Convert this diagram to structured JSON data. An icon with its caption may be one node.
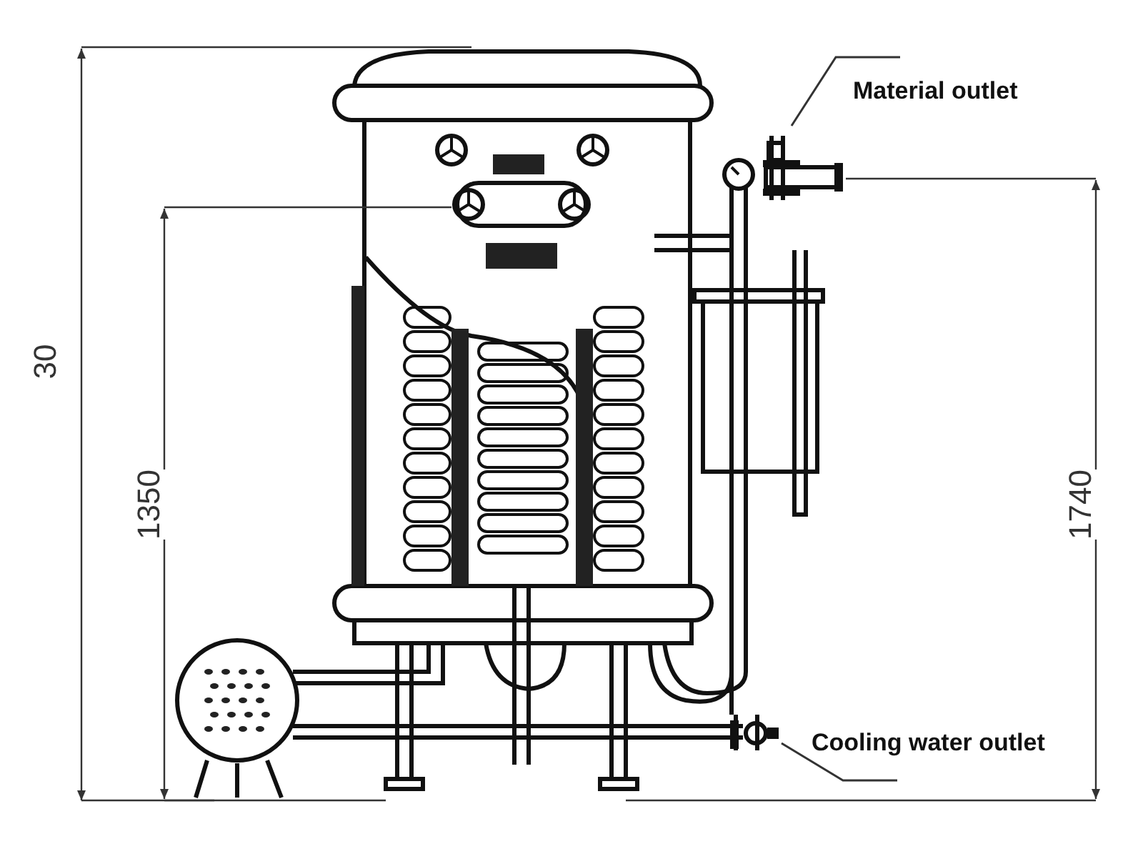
{
  "diagram": {
    "nodes": [
      {
        "text": [
          "Material outlet"
        ]
      },
      {
        "text": [],
        "shape": "picture"
      },
      {
        "text": [
          "Cooling water outlet"
        ]
      },
      {
        "text": [],
        "shape": "picture"
      }
    ],
    "edges": [
      {
        "from": 0,
        "to": 1,
        "arrow": "none"
      },
      {
        "from": 2,
        "to": 3,
        "arrow": "none"
      }
    ],
    "labels": [
      "30",
      "1350",
      "1740"
    ]
  }
}
